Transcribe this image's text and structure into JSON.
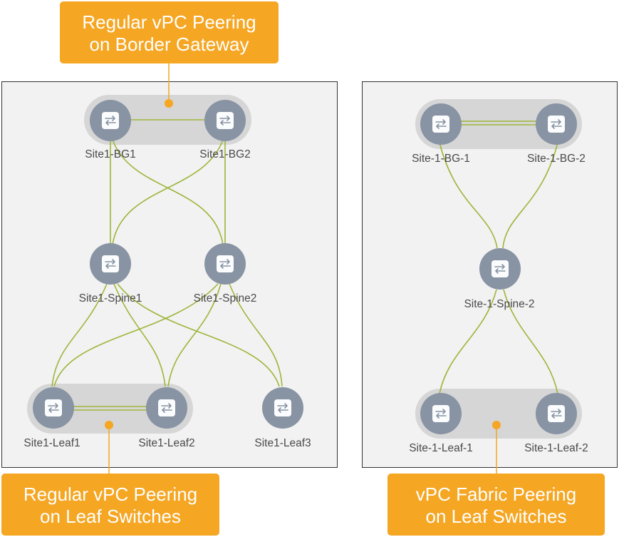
{
  "callouts": {
    "top": {
      "line1": "Regular vPC Peering",
      "line2": "on Border Gateway"
    },
    "bottom_left": {
      "line1": "Regular vPC Peering",
      "line2": "on Leaf Switches"
    },
    "bottom_right": {
      "line1": "vPC Fabric Peering",
      "line2": "on Leaf Switches"
    }
  },
  "left_fabric": {
    "nodes": {
      "bg1": "Site1-BG1",
      "bg2": "Site1-BG2",
      "spine1": "Site1-Spine1",
      "spine2": "Site1-Spine2",
      "leaf1": "Site1-Leaf1",
      "leaf2": "Site1-Leaf2",
      "leaf3": "Site1-Leaf3"
    }
  },
  "right_fabric": {
    "nodes": {
      "bg1": "Site-1-BG-1",
      "bg2": "Site-1-BG-2",
      "spine2": "Site-1-Spine-2",
      "leaf1": "Site-1-Leaf-1",
      "leaf2": "Site-1-Leaf-2"
    }
  },
  "colors": {
    "callout": "#f5a623",
    "link": "#9db53a",
    "node": "#8893a4",
    "vpc_pair_bg": "#d6d6d6",
    "panel_bg": "#f2f2f2"
  }
}
